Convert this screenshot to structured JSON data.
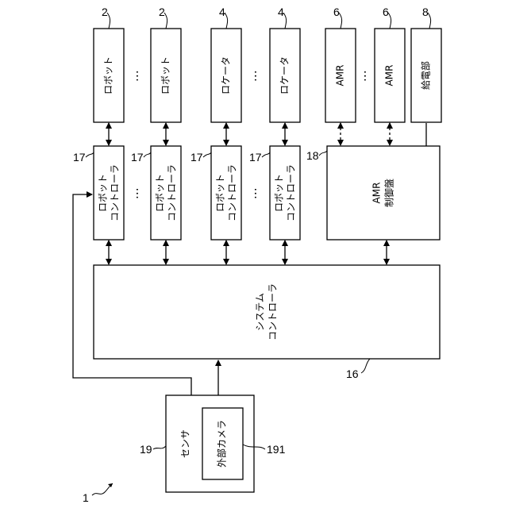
{
  "blocks": {
    "robot": "ロボット",
    "locator": "ロケータ",
    "amr": "AMR",
    "power_supply": "給電部",
    "robot_controller_line1": "ロボット",
    "robot_controller_line2": "コントローラ",
    "amr_panel_line1": "AMR",
    "amr_panel_line2": "制御盤",
    "system_controller_line1": "システム",
    "system_controller_line2": "コントローラ",
    "sensor": "センサ",
    "external_camera": "外部カメラ"
  },
  "refs": {
    "system": "1",
    "robot": "2",
    "locator": "4",
    "amr": "6",
    "power_supply": "8",
    "system_controller": "16",
    "robot_controller": "17",
    "amr_panel": "18",
    "sensor": "19",
    "external_camera": "191"
  },
  "ellipsis": "⋯"
}
